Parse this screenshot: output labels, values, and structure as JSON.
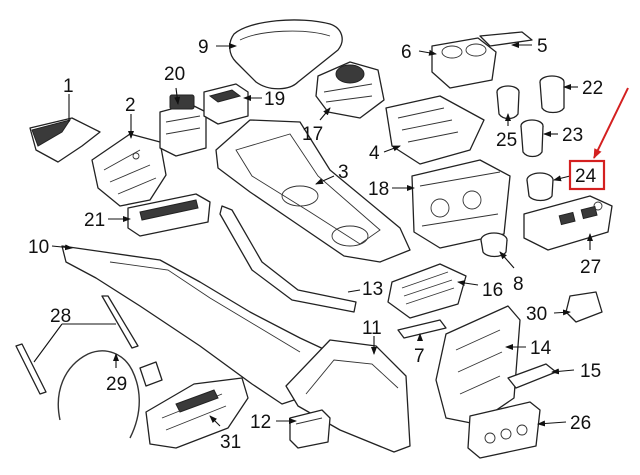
{
  "labels": {
    "n1": "1",
    "n2": "2",
    "n3": "3",
    "n4": "4",
    "n5": "5",
    "n6": "6",
    "n7": "7",
    "n8": "8",
    "n9": "9",
    "n10": "10",
    "n11": "11",
    "n12": "12",
    "n13": "13",
    "n14": "14",
    "n15": "15",
    "n16": "16",
    "n17": "17",
    "n18": "18",
    "n19": "19",
    "n20": "20",
    "n21": "21",
    "n22": "22",
    "n23": "23",
    "n24": "24",
    "n25": "25",
    "n26": "26",
    "n27": "27",
    "n28": "28",
    "n29": "29",
    "n30": "30",
    "n31": "31"
  },
  "highlight": {
    "part": "24",
    "color": "#d42020"
  }
}
